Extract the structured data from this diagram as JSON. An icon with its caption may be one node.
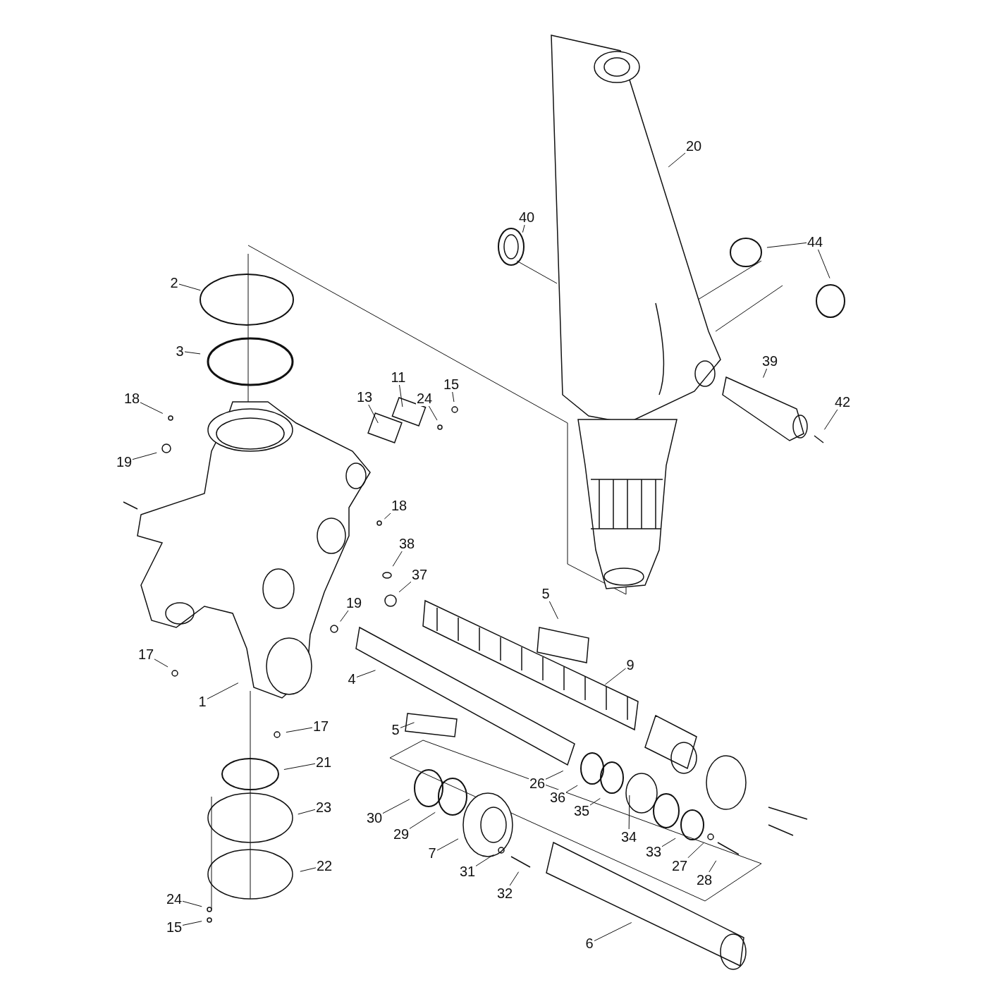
{
  "diagram": {
    "nodes": [
      {
        "text": [
          "20"
        ]
      },
      {
        "text": [
          "40"
        ]
      },
      {
        "text": [
          "44"
        ]
      },
      {
        "text": [
          "2"
        ]
      },
      {
        "text": [
          "3"
        ]
      },
      {
        "text": [
          "39"
        ]
      },
      {
        "text": [
          "11"
        ]
      },
      {
        "text": [
          "15"
        ]
      },
      {
        "text": [
          "13"
        ]
      },
      {
        "text": [
          "18"
        ]
      },
      {
        "text": [
          "24"
        ]
      },
      {
        "text": [
          "42"
        ]
      },
      {
        "text": [
          "19"
        ]
      },
      {
        "text": [
          "18"
        ]
      },
      {
        "text": [
          "38"
        ]
      },
      {
        "text": [
          "37"
        ]
      },
      {
        "text": [
          "5"
        ]
      },
      {
        "text": [
          "19"
        ]
      },
      {
        "text": [
          "17"
        ]
      },
      {
        "text": [
          "9"
        ]
      },
      {
        "text": [
          "4"
        ]
      },
      {
        "text": [
          "1"
        ]
      },
      {
        "text": [
          "17"
        ]
      },
      {
        "text": [
          "5"
        ]
      },
      {
        "text": [
          "21"
        ]
      },
      {
        "text": [
          "26"
        ]
      },
      {
        "text": [
          "36"
        ]
      },
      {
        "text": [
          "23"
        ]
      },
      {
        "text": [
          "35"
        ]
      },
      {
        "text": [
          "30"
        ]
      },
      {
        "text": [
          "29"
        ]
      },
      {
        "text": [
          "34"
        ]
      },
      {
        "text": [
          "33"
        ]
      },
      {
        "text": [
          "7"
        ]
      },
      {
        "text": [
          "27"
        ]
      },
      {
        "text": [
          "22"
        ]
      },
      {
        "text": [
          "31"
        ]
      },
      {
        "text": [
          "28"
        ]
      },
      {
        "text": [
          "32"
        ]
      },
      {
        "text": [
          "24"
        ]
      },
      {
        "text": [
          "15"
        ]
      },
      {
        "text": [
          "6"
        ]
      }
    ],
    "edges": [
      {
        "from": 0,
        "to": null,
        "arrow": "none"
      },
      {
        "from": 1,
        "to": null,
        "arrow": "none"
      },
      {
        "from": 2,
        "to": null,
        "arrow": "none"
      },
      {
        "from": 2,
        "to": null,
        "arrow": "none"
      },
      {
        "from": 3,
        "to": null,
        "arrow": "none"
      },
      {
        "from": 4,
        "to": null,
        "arrow": "none"
      },
      {
        "from": 5,
        "to": null,
        "arrow": "none"
      },
      {
        "from": 6,
        "to": null,
        "arrow": "none"
      },
      {
        "from": 7,
        "to": null,
        "arrow": "none"
      },
      {
        "from": 8,
        "to": null,
        "arrow": "none"
      },
      {
        "from": 9,
        "to": null,
        "arrow": "none"
      },
      {
        "from": 10,
        "to": null,
        "arrow": "none"
      },
      {
        "from": 11,
        "to": null,
        "arrow": "none"
      },
      {
        "from": 12,
        "to": null,
        "arrow": "none"
      },
      {
        "from": 13,
        "to": null,
        "arrow": "none"
      },
      {
        "from": 14,
        "to": null,
        "arrow": "none"
      },
      {
        "from": 15,
        "to": null,
        "arrow": "none"
      },
      {
        "from": 16,
        "to": null,
        "arrow": "none"
      },
      {
        "from": 17,
        "to": null,
        "arrow": "none"
      },
      {
        "from": 18,
        "to": null,
        "arrow": "none"
      },
      {
        "from": 19,
        "to": null,
        "arrow": "none"
      },
      {
        "from": 20,
        "to": null,
        "arrow": "none"
      },
      {
        "from": 21,
        "to": null,
        "arrow": "none"
      },
      {
        "from": 22,
        "to": null,
        "arrow": "none"
      },
      {
        "from": 23,
        "to": null,
        "arrow": "none"
      },
      {
        "from": 24,
        "to": null,
        "arrow": "none"
      },
      {
        "from": 25,
        "to": null,
        "arrow": "none"
      },
      {
        "from": 26,
        "to": null,
        "arrow": "none"
      },
      {
        "from": 27,
        "to": null,
        "arrow": "none"
      },
      {
        "from": 28,
        "to": null,
        "arrow": "none"
      },
      {
        "from": 29,
        "to": null,
        "arrow": "none"
      },
      {
        "from": 30,
        "to": null,
        "arrow": "none"
      },
      {
        "from": 31,
        "to": null,
        "arrow": "none"
      },
      {
        "from": 32,
        "to": null,
        "arrow": "none"
      },
      {
        "from": 33,
        "to": null,
        "arrow": "none"
      },
      {
        "from": 34,
        "to": null,
        "arrow": "none"
      },
      {
        "from": 35,
        "to": null,
        "arrow": "none"
      },
      {
        "from": 36,
        "to": null,
        "arrow": "none"
      },
      {
        "from": 37,
        "to": null,
        "arrow": "none"
      },
      {
        "from": 38,
        "to": null,
        "arrow": "none"
      },
      {
        "from": 39,
        "to": null,
        "arrow": "none"
      },
      {
        "from": 40,
        "to": null,
        "arrow": "none"
      },
      {
        "from": 41,
        "to": null,
        "arrow": "none"
      }
    ]
  }
}
